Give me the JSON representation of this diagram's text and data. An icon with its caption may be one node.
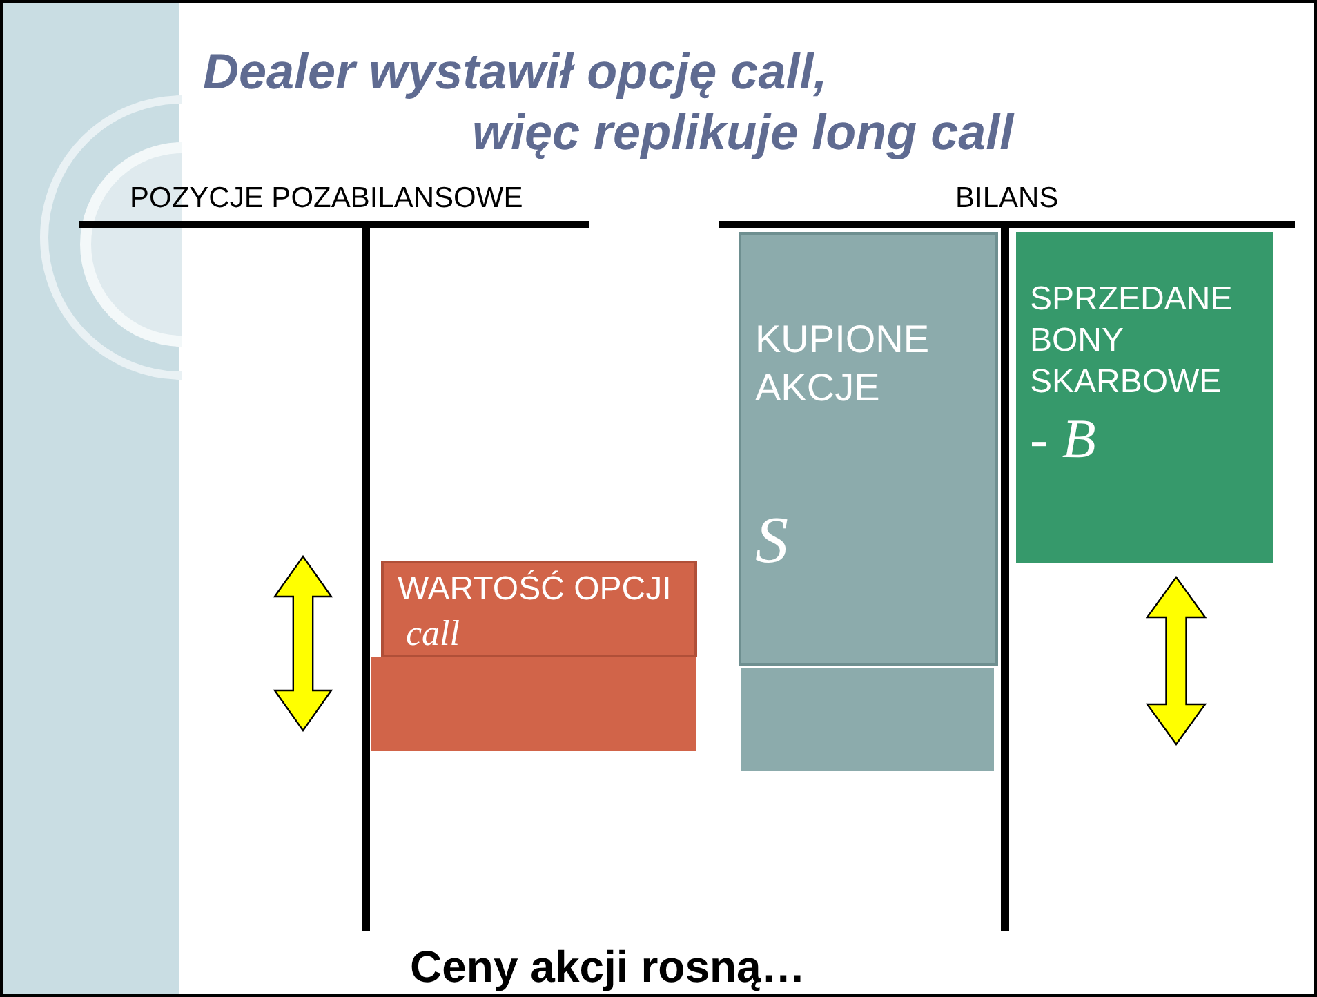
{
  "diagram": {
    "title": "Dealer wystawił opcję call, więc replikuje long call",
    "nodes": [
      {
        "text": [
          "WARTOŚĆ OPCJI",
          "call"
        ]
      },
      {
        "text": [],
        "shape": "box"
      },
      {
        "text": [
          "KUPIONE AKCJE",
          "S"
        ]
      },
      {
        "text": [],
        "shape": "box"
      },
      {
        "text": [
          "SPRZEDANE BONY SKARBOWE",
          "- B"
        ]
      }
    ],
    "labels": [
      "POZYCJE POZABILANSOWE",
      "BILANS",
      "Ceny akcji rosną…"
    ]
  }
}
